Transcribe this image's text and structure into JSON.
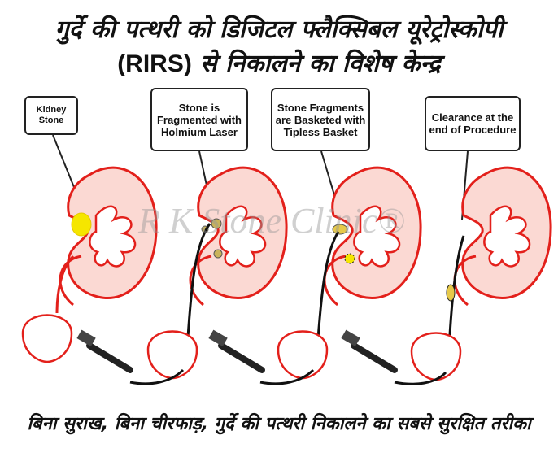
{
  "title": {
    "line1": "गुर्दे की पत्थरी को डिजिटल फ्लैक्सिबल यूरेट्रोस्कोपी",
    "line2_abbr": "(RIRS)",
    "line2_rest": " से निकालने का विशेष केन्द्र"
  },
  "steps": [
    {
      "label": "Kidney Stone"
    },
    {
      "label": "Stone is Fragmented with Holmium Laser"
    },
    {
      "label": "Stone Fragments are Basketed with Tipless Basket"
    },
    {
      "label": "Clearance at the end of Procedure"
    }
  ],
  "watermark": "R K Stone Clinic®",
  "footer": "बिना सुराख, बिना चीरफाड़, गुर्दे की पत्थरी निकालने का सबसे सुरक्षित तरीका",
  "colors": {
    "kidney_outline": "#e3201b",
    "kidney_fill": "#fbd9d3",
    "stone": "#f5e600",
    "scope": "#222222"
  }
}
